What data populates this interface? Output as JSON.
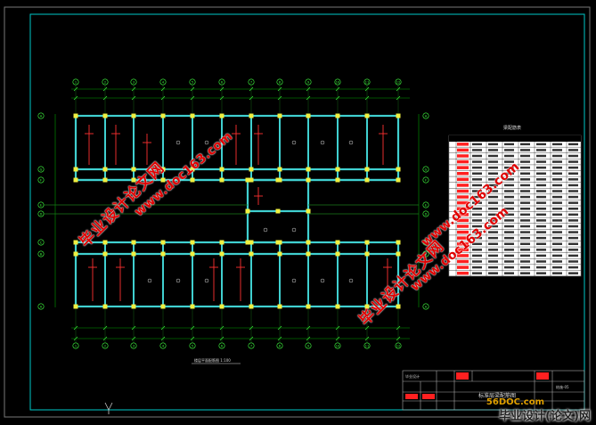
{
  "drawing": {
    "plan_title": "楼层平面配筋图 1:100",
    "table_title": "梁配筋表",
    "titleblock_name": "标准层梁配筋图",
    "titleblock_school": "毕业设计",
    "titleblock_num": "结施-05",
    "axis_top": [
      "1",
      "2",
      "3",
      "4",
      "5",
      "6",
      "7",
      "8",
      "9",
      "10",
      "11",
      "12"
    ],
    "axis_left": [
      "H",
      "G",
      "F",
      "E",
      "D",
      "C",
      "B",
      "A"
    ]
  },
  "watermarks": {
    "cn_1": "毕业设计论文网",
    "url_1": "www.doc163.com",
    "cn_2": "毕业设计论文网",
    "url_2": "www.doc163.com",
    "url_3": "www.doc163.com"
  },
  "footer": {
    "brand_url": "56DOC.com",
    "brand_name": "毕业设计(论文)网"
  },
  "colors": {
    "background": "#000000",
    "frame": "#00c8c8",
    "beam": "#40d0d0",
    "dim": "#00a000",
    "axis_circle": "#40ff40",
    "red_text": "#ff2020",
    "table_bg": "#ffffff"
  }
}
